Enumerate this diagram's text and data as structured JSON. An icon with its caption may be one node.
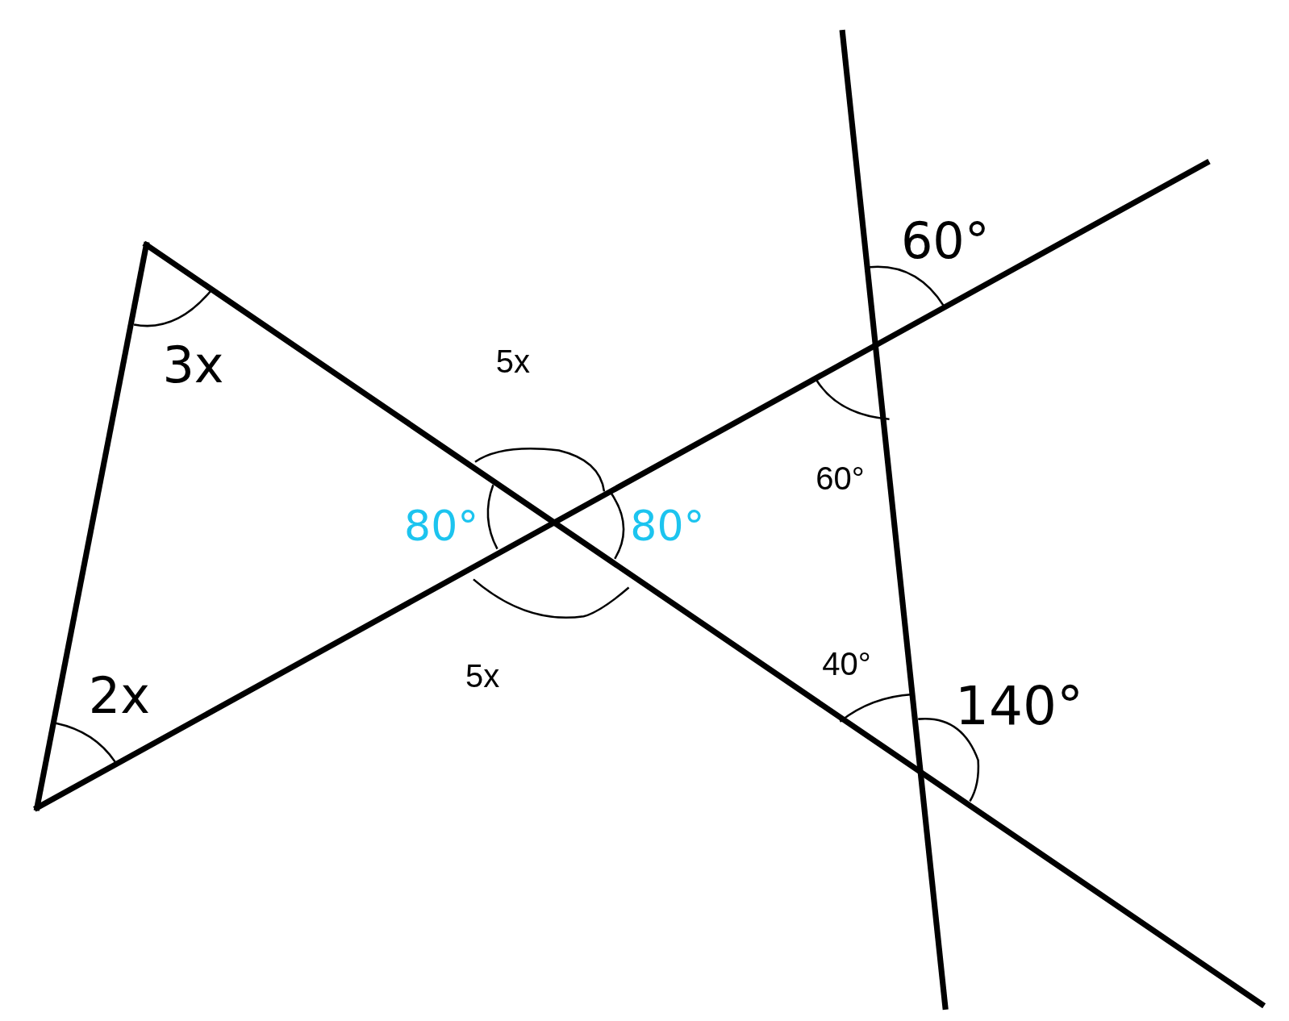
{
  "diagram": {
    "labels": [
      "3x",
      "5x",
      "80°",
      "80°",
      "60°",
      "60°",
      "40°",
      "2x",
      "5x",
      "140°"
    ]
  }
}
